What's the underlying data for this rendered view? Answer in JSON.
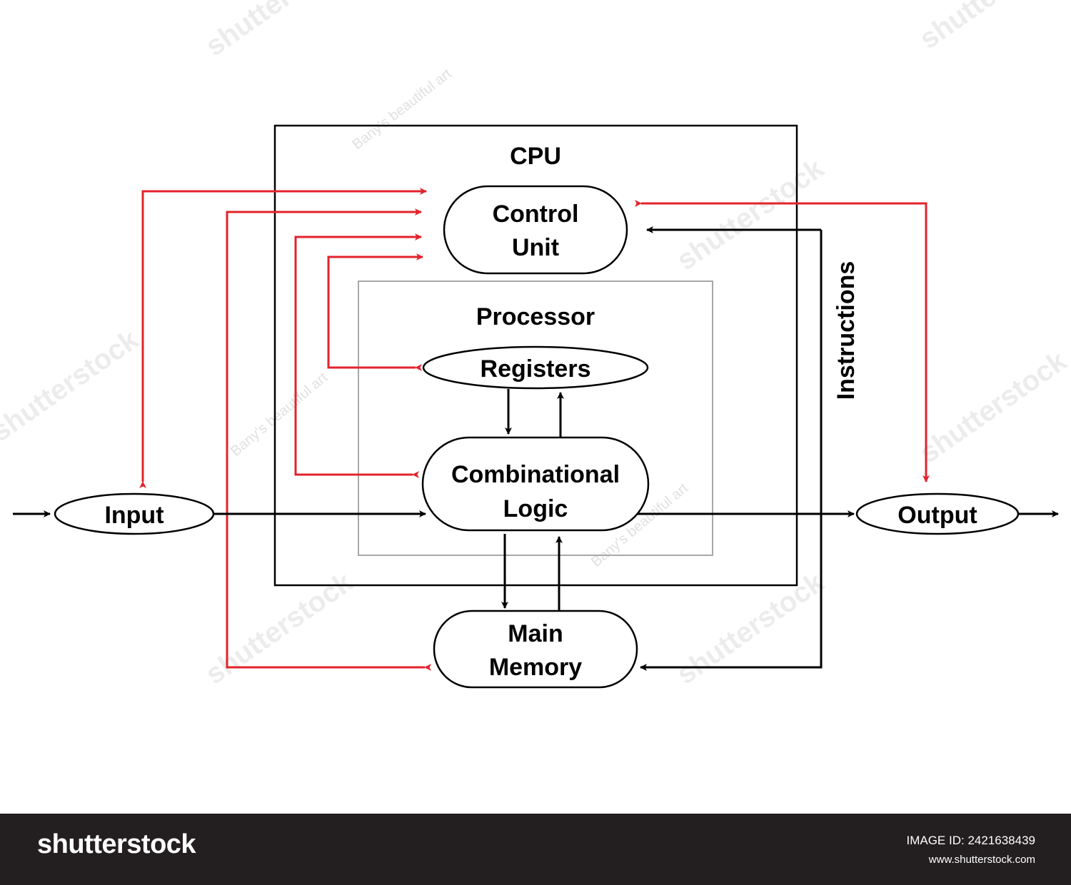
{
  "cpu_box": {
    "title": "CPU"
  },
  "processor_box": {
    "title": "Processor"
  },
  "nodes": {
    "control_unit": {
      "line1": "Control",
      "line2": "Unit"
    },
    "registers": {
      "label": "Registers"
    },
    "combinational_logic": {
      "line1": "Combinational",
      "line2": "Logic"
    },
    "main_memory": {
      "line1": "Main",
      "line2": "Memory"
    },
    "input": {
      "label": "Input"
    },
    "output": {
      "label": "Output"
    }
  },
  "side_label": {
    "instructions": "Instructions"
  },
  "colors": {
    "control_arrow": "#e3232c",
    "data_arrow": "#000000",
    "processor_border": "#a8a8a8"
  },
  "watermark": {
    "brand": "shutterstock",
    "artist": "Bany's beautiful art"
  },
  "footer": {
    "logo": "shutterstock",
    "image_id": "IMAGE ID: 2421638439",
    "url": "www.shutterstock.com"
  }
}
